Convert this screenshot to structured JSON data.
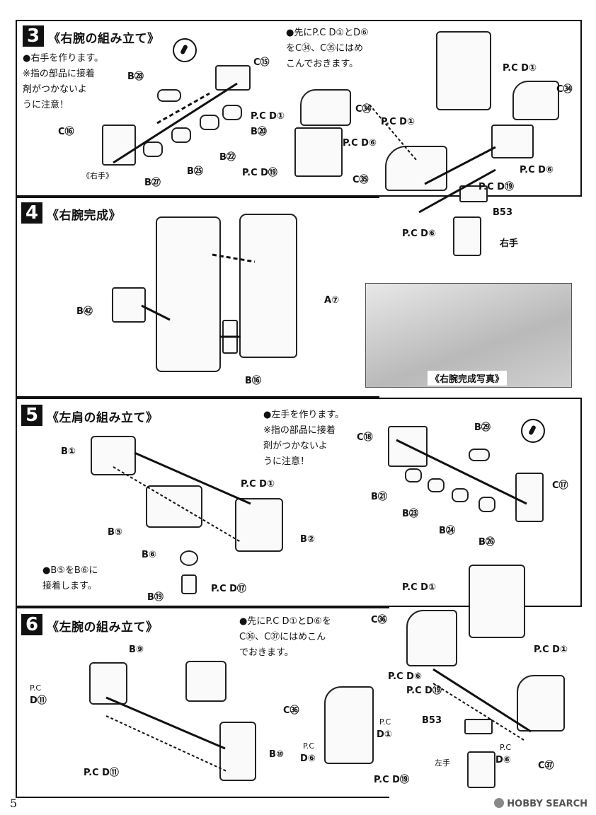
{
  "page_number": "5",
  "watermark": "HOBBY SEARCH",
  "steps": {
    "s3": {
      "number": "3",
      "title": "《右腕の組み立て》",
      "notes": [
        "●右手を作ります。",
        "※指の部品に接着",
        "剤がつかないよ",
        "うに注意！"
      ],
      "notes_right": [
        "●先にP.C D①とD⑥",
        "をC㉞、C㉟にはめ",
        "こんでおきます。"
      ],
      "labels": {
        "b28": "B㉘",
        "c15": "C⑮",
        "c16": "C⑯",
        "b20": "B⑳",
        "b22": "B㉒",
        "b25": "B㉕",
        "b27": "B㉗",
        "right_hand": "《右手》",
        "pcd1_a": "P.C D①",
        "c34_a": "C㉞",
        "pcd6_a": "P.C D⑥",
        "pcd19_a": "P.C D⑲",
        "pcd1_b": "P.C D①",
        "c34_b": "C㉞",
        "pcd1_c": "P.C D①",
        "c35": "C㉟",
        "pcd6_b": "P.C D⑥",
        "pcd19_b": "P.C D⑲",
        "b53": "B53",
        "pcd6_c": "P.C D⑥",
        "right_hand_b": "右手"
      }
    },
    "s4": {
      "number": "4",
      "title": "《右腕完成》",
      "labels": {
        "b42": "B㊷",
        "a7": "A⑦",
        "b16": "B⑯"
      },
      "photo_caption": "《右腕完成写真》"
    },
    "s5": {
      "number": "5",
      "title": "《左肩の組み立て》",
      "notes_right": [
        "●左手を作ります。",
        "※指の部品に接着",
        "剤がつかないよ",
        "うに注意！"
      ],
      "notes_bottom": [
        "●B⑤をB⑥に",
        "接着します。"
      ],
      "labels": {
        "b1": "B①",
        "pcd1": "P.C D①",
        "b5": "B⑤",
        "b6": "B⑥",
        "b2": "B②",
        "pcd17": "P.C D⑰",
        "b19": "B⑲",
        "c18": "C⑱",
        "b29": "B㉙",
        "c17": "C⑰",
        "b21": "B㉑",
        "b23": "B㉓",
        "b24": "B㉔",
        "b26": "B㉖"
      }
    },
    "s6": {
      "number": "6",
      "title": "《左腕の組み立て》",
      "notes": [
        "●先にP.C D①とD⑥を",
        "C㊱、C㊲にはめこん",
        "でおきます。"
      ],
      "labels": {
        "b9": "B⑨",
        "pc_left": "P.C",
        "d11_left": "D⑪",
        "b10": "B⑩",
        "pcd11": "P.C D⑪",
        "c36_a": "C㊱",
        "pc_mid": "P.C",
        "d1_mid": "D①",
        "pc_mid2": "P.C",
        "d6_mid": "D⑥",
        "pcd19_mid": "P.C D⑲",
        "pcd1_r1": "P.C D①",
        "c36_b": "C㊱",
        "pcd1_r2": "P.C D①",
        "pcd6_r": "P.C D⑥",
        "pcd19_r": "P.C D⑲",
        "b53": "B53",
        "pc_r": "P.C",
        "d6_r": "D⑥",
        "c37": "C㊲",
        "left_hand": "左手"
      }
    }
  }
}
